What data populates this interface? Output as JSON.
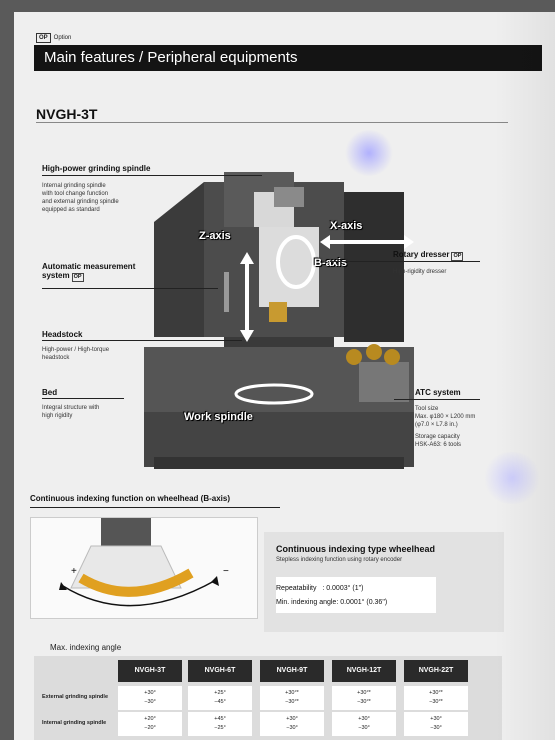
{
  "header": {
    "option_badge": "OP",
    "option_text": "Option",
    "banner_title": "Main features / Peripheral equipments"
  },
  "model": "NVGH-3T",
  "features": {
    "spindle": {
      "title": "High-power grinding spindle",
      "desc": [
        "Internal grinding spindle",
        "with tool change function",
        "and external grinding spindle",
        "equipped as standard"
      ]
    },
    "measurement": {
      "title_line1": "Automatic measurement",
      "title_line2": "system",
      "op": "OP"
    },
    "headstock": {
      "title": "Headstock",
      "desc": [
        "High-power / High-torque",
        "headstock"
      ]
    },
    "bed": {
      "title": "Bed",
      "desc": [
        "Integral structure with",
        "high rigidity"
      ]
    },
    "dresser": {
      "title": "Rotary dresser",
      "op": "OP",
      "desc": "High-rigidity dresser"
    },
    "atc": {
      "title": "ATC system",
      "tool_size_label": "Tool size",
      "tool_size_max": "Max. φ180 × L200 mm",
      "tool_size_in": "(φ7.0 × L7.8 in.)",
      "storage_label": "Storage capacity",
      "storage_value": "HSK-A63: 6 tools"
    }
  },
  "axes": {
    "x": "X-axis",
    "z": "Z-axis",
    "b": "B-axis",
    "work": "Work spindle"
  },
  "indexing": {
    "section_title": "Continuous indexing function on wheelhead (B-axis)",
    "plus": "+",
    "minus": "−",
    "panel_title": "Continuous indexing type wheelhead",
    "panel_sub": "Stepless indexing function using rotary encoder",
    "repeat_label": "Repeatability",
    "repeat_value": ": 0.0003° (1\")",
    "min_label": "Min. indexing angle:",
    "min_value": "0.0001° (0.36\")"
  },
  "table": {
    "title": "Max. indexing angle",
    "columns": [
      "NVGH-3T",
      "NVGH-6T",
      "NVGH-9T",
      "NVGH-12T",
      "NVGH-22T"
    ],
    "rows": [
      {
        "label": "External grinding spindle",
        "cells": [
          [
            "+30°",
            "−30°"
          ],
          [
            "+25°",
            "−45°"
          ],
          [
            "+30°*",
            "−30°*"
          ],
          [
            "+30°*",
            "−30°*"
          ],
          [
            "+30°*",
            "−30°*"
          ]
        ]
      },
      {
        "label": "Internal grinding spindle",
        "cells": [
          [
            "+20°",
            "−20°"
          ],
          [
            "+45°",
            "−25°"
          ],
          [
            "+30°",
            "−30°"
          ],
          [
            "+30°",
            "−30°"
          ],
          [
            "+30°",
            "−30°"
          ]
        ]
      }
    ]
  },
  "colors": {
    "banner": "#141414",
    "table_header": "#2a2a2a",
    "wheel": "#e0a020",
    "page": "#efefef"
  }
}
